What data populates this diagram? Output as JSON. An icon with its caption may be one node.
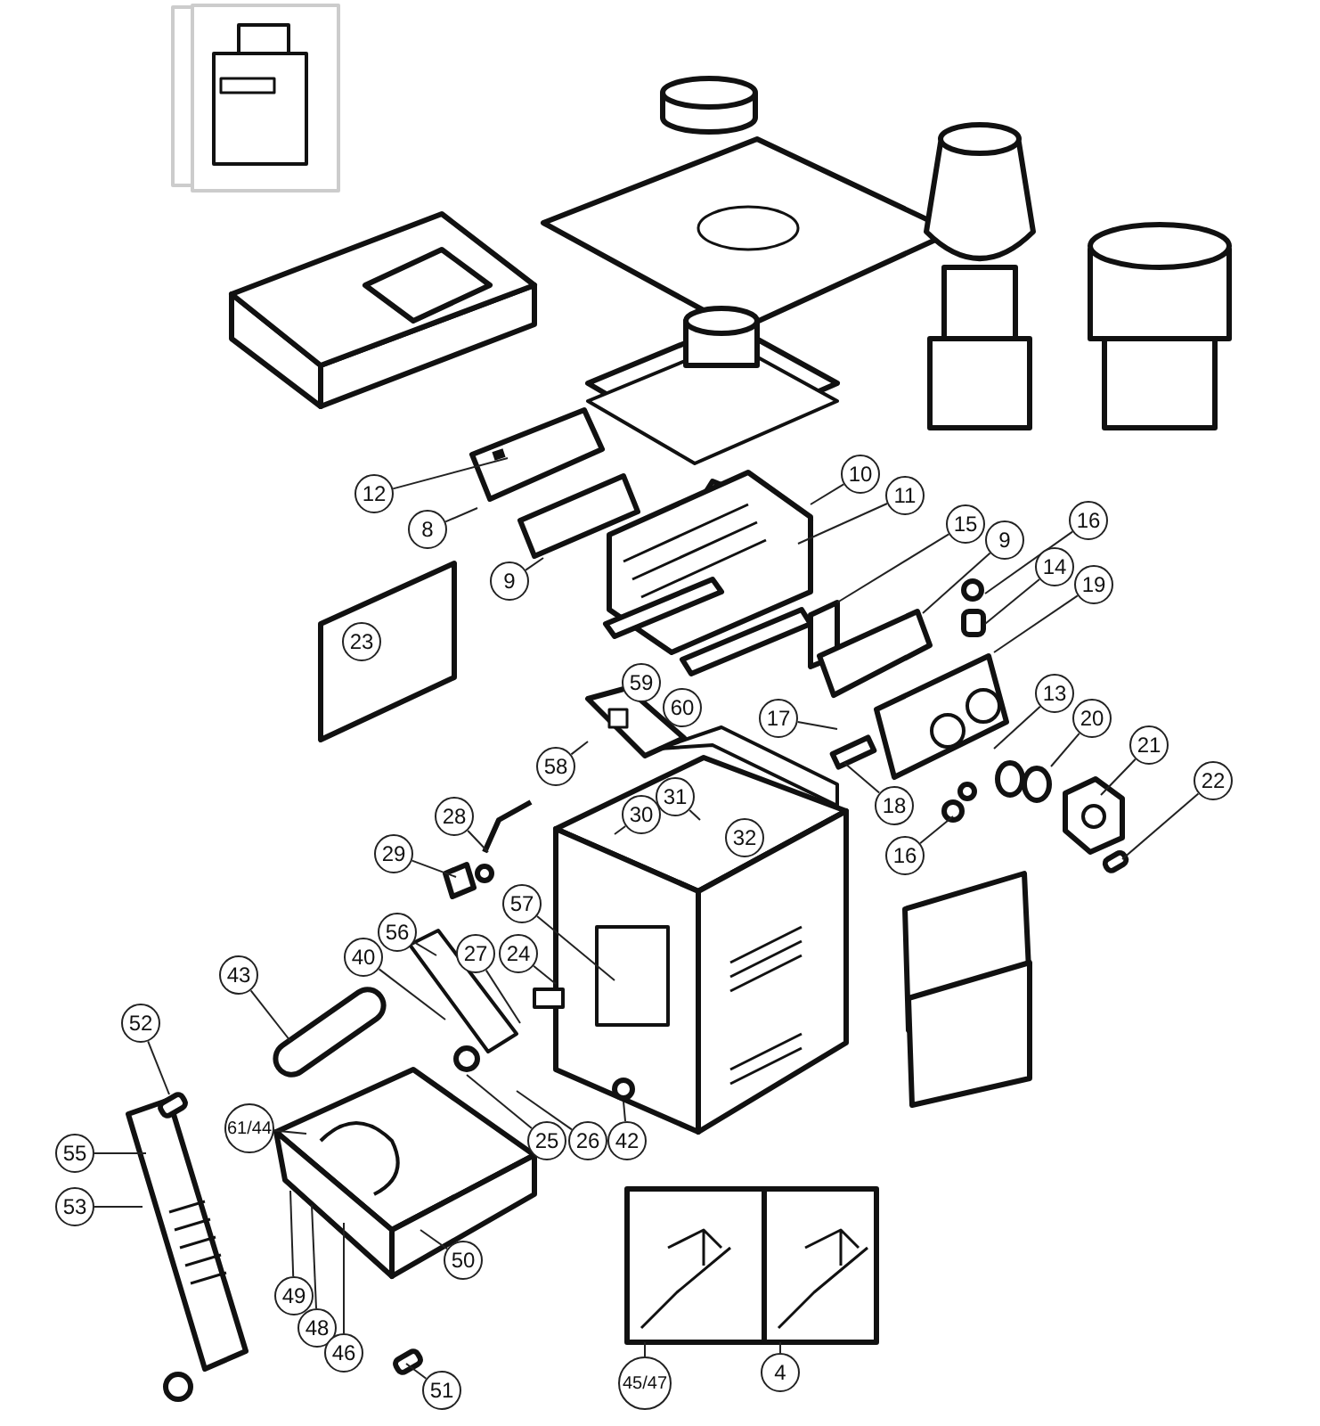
{
  "diagram": {
    "nodes": [
      {
        "text": [
          "12"
        ]
      },
      {
        "text": [
          "8"
        ]
      },
      {
        "text": [
          "9"
        ]
      },
      {
        "text": [
          "10"
        ]
      },
      {
        "text": [
          "11"
        ]
      },
      {
        "text": [
          "15"
        ]
      },
      {
        "text": [
          "9"
        ]
      },
      {
        "text": [
          "16"
        ]
      },
      {
        "text": [
          "14"
        ]
      },
      {
        "text": [
          "19"
        ]
      },
      {
        "text": [
          "17"
        ]
      },
      {
        "text": [
          "13"
        ]
      },
      {
        "text": [
          "20"
        ]
      },
      {
        "text": [
          "18"
        ]
      },
      {
        "text": [
          "21"
        ]
      },
      {
        "text": [
          "22"
        ]
      },
      {
        "text": [
          "58"
        ]
      },
      {
        "text": [
          "31"
        ]
      },
      {
        "text": [
          "30"
        ]
      },
      {
        "text": [
          "16"
        ]
      },
      {
        "text": [
          "28"
        ]
      },
      {
        "text": [
          "29"
        ]
      },
      {
        "text": [
          "57"
        ]
      },
      {
        "text": [
          "56"
        ]
      },
      {
        "text": [
          "40"
        ]
      },
      {
        "text": [
          "27"
        ]
      },
      {
        "text": [
          "24"
        ]
      },
      {
        "text": [
          "43"
        ]
      },
      {
        "text": [
          "52"
        ]
      },
      {
        "text": [
          "61/44"
        ]
      },
      {
        "text": [
          "25"
        ]
      },
      {
        "text": [
          "26"
        ]
      },
      {
        "text": [
          "42"
        ]
      },
      {
        "text": [
          "55"
        ]
      },
      {
        "text": [
          "53"
        ]
      },
      {
        "text": [
          "49"
        ]
      },
      {
        "text": [
          "50"
        ]
      },
      {
        "text": [
          "48"
        ]
      },
      {
        "text": [
          "46"
        ]
      },
      {
        "text": [
          "51"
        ]
      },
      {
        "text": [
          "45/47"
        ]
      },
      {
        "text": [
          "4"
        ]
      },
      {
        "text": [
          "23"
        ]
      },
      {
        "text": [
          "59"
        ]
      },
      {
        "text": [
          "60"
        ]
      },
      {
        "text": [
          "32"
        ]
      },
      {
        "text": [],
        "shape": "picture"
      },
      {
        "text": [],
        "shape": "picture"
      }
    ],
    "edges": [
      {
        "from": 0,
        "to": null,
        "arrow": "none"
      },
      {
        "from": 1,
        "to": null,
        "arrow": "none"
      },
      {
        "from": 2,
        "to": null,
        "arrow": "none"
      },
      {
        "from": 3,
        "to": null,
        "arrow": "none"
      },
      {
        "from": 4,
        "to": null,
        "arrow": "none"
      },
      {
        "from": 5,
        "to": null,
        "arrow": "none"
      },
      {
        "from": 6,
        "to": null,
        "arrow": "none"
      },
      {
        "from": 7,
        "to": null,
        "arrow": "none"
      },
      {
        "from": 8,
        "to": null,
        "arrow": "none"
      },
      {
        "from": 9,
        "to": null,
        "arrow": "none"
      },
      {
        "from": 10,
        "to": null,
        "arrow": "none"
      },
      {
        "from": 11,
        "to": null,
        "arrow": "none"
      },
      {
        "from": 12,
        "to": null,
        "arrow": "none"
      },
      {
        "from": 13,
        "to": null,
        "arrow": "none"
      },
      {
        "from": 14,
        "to": null,
        "arrow": "none"
      },
      {
        "from": 15,
        "to": null,
        "arrow": "none"
      },
      {
        "from": 16,
        "to": null,
        "arrow": "none"
      },
      {
        "from": 17,
        "to": null,
        "arrow": "none"
      },
      {
        "from": 18,
        "to": null,
        "arrow": "none"
      },
      {
        "from": 19,
        "to": null,
        "arrow": "none"
      },
      {
        "from": 20,
        "to": null,
        "arrow": "none"
      },
      {
        "from": 21,
        "to": null,
        "arrow": "none"
      },
      {
        "from": 22,
        "to": null,
        "arrow": "none"
      },
      {
        "from": 23,
        "to": null,
        "arrow": "none"
      },
      {
        "from": 24,
        "to": null,
        "arrow": "none"
      },
      {
        "from": 25,
        "to": null,
        "arrow": "none"
      },
      {
        "from": 26,
        "to": null,
        "arrow": "none"
      },
      {
        "from": 27,
        "to": null,
        "arrow": "none"
      },
      {
        "from": 28,
        "to": null,
        "arrow": "none"
      },
      {
        "from": 29,
        "to": null,
        "arrow": "none"
      },
      {
        "from": 30,
        "to": null,
        "arrow": "none"
      },
      {
        "from": 31,
        "to": null,
        "arrow": "none"
      },
      {
        "from": 32,
        "to": null,
        "arrow": "none"
      },
      {
        "from": 33,
        "to": null,
        "arrow": "none"
      },
      {
        "from": 34,
        "to": null,
        "arrow": "none"
      },
      {
        "from": 35,
        "to": null,
        "arrow": "none"
      },
      {
        "from": 36,
        "to": null,
        "arrow": "none"
      },
      {
        "from": 37,
        "to": null,
        "arrow": "none"
      },
      {
        "from": 38,
        "to": null,
        "arrow": "none"
      },
      {
        "from": 39,
        "to": null,
        "arrow": "none"
      },
      {
        "from": 40,
        "to": 46,
        "arrow": "none"
      },
      {
        "from": 41,
        "to": 47,
        "arrow": "none"
      }
    ]
  }
}
